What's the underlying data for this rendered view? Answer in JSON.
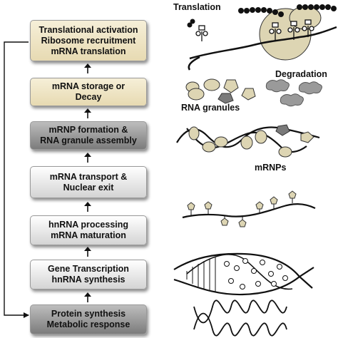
{
  "boxes": [
    {
      "id": "translational-activation",
      "lines": [
        "Translational activation",
        "Ribosome recruitment",
        "mRNA translation"
      ]
    },
    {
      "id": "mrna-storage",
      "lines": [
        "mRNA storage or",
        "Decay"
      ]
    },
    {
      "id": "mrnp-formation",
      "lines": [
        "mRNP formation &",
        "RNA granule assembly"
      ]
    },
    {
      "id": "mrna-transport",
      "lines": [
        "mRNA transport &",
        "Nuclear exit"
      ]
    },
    {
      "id": "hnrna-processing",
      "lines": [
        "hnRNA processing",
        "mRNA maturation"
      ]
    },
    {
      "id": "gene-transcription",
      "lines": [
        "Gene Transcription",
        "hnRNA synthesis"
      ]
    },
    {
      "id": "protein-synthesis",
      "lines": [
        "Protein synthesis",
        "Metabolic response"
      ]
    }
  ],
  "labels": {
    "translation": "Translation",
    "degradation": "Degradation",
    "rna_granules": "RNA granules",
    "mrnps": "mRNPs"
  },
  "colors": {
    "tan_fill": "#efe5c6",
    "granule_fill": "#ddd5b3",
    "dark_shape": "#7a7a7a",
    "gray_cloud": "#9a9a9a"
  }
}
